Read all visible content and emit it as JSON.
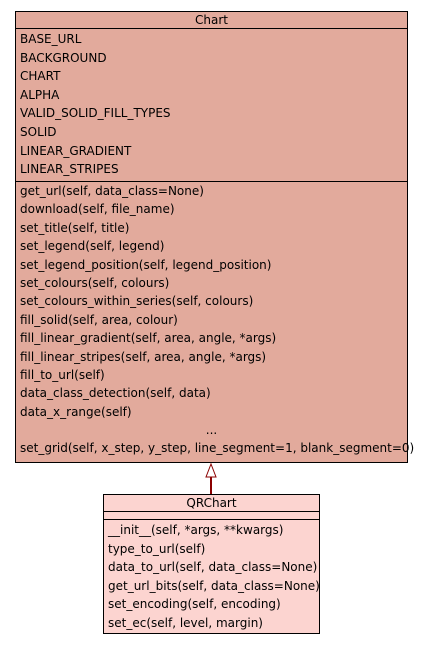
{
  "classes": {
    "chart": {
      "name": "Chart",
      "attributes": [
        "BASE_URL",
        "BACKGROUND",
        "CHART",
        "ALPHA",
        "VALID_SOLID_FILL_TYPES",
        "SOLID",
        "LINEAR_GRADIENT",
        "LINEAR_STRIPES"
      ],
      "methods": [
        "get_url(self, data_class=None)",
        "download(self, file_name)",
        "set_title(self, title)",
        "set_legend(self, legend)",
        "set_legend_position(self, legend_position)",
        "set_colours(self, colours)",
        "set_colours_within_series(self, colours)",
        "fill_solid(self, area, colour)",
        "fill_linear_gradient(self, area, angle, *args)",
        "fill_linear_stripes(self, area, angle, *args)",
        "fill_to_url(self)",
        "data_class_detection(self, data)",
        "data_x_range(self)",
        "...",
        "set_grid(self, x_step, y_step, line_segment=1, blank_segment=0)"
      ],
      "fill_color": "#e2aa9c"
    },
    "qrchart": {
      "name": "QRChart",
      "attributes": [],
      "methods": [
        "__init__(self, *args, **kwargs)",
        "type_to_url(self)",
        "data_to_url(self, data_class=None)",
        "get_url_bits(self, data_class=None)",
        "set_encoding(self, encoding)",
        "set_ec(self, level, margin)"
      ],
      "fill_color": "#fcd4d0"
    }
  },
  "relations": [
    {
      "type": "generalization",
      "from": "QRChart",
      "to": "Chart",
      "color": "#8b0000"
    }
  ]
}
